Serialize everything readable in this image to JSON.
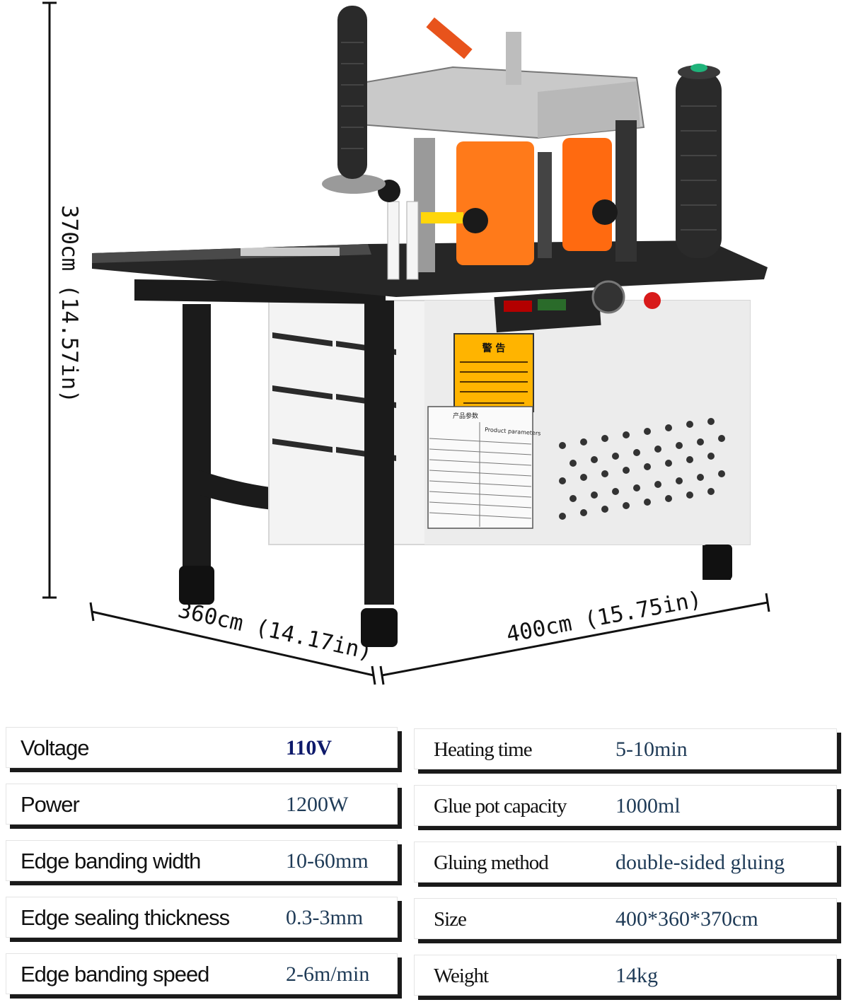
{
  "dimensions": {
    "height_label": "370cm (14.57in)",
    "depth_label": "360cm (14.17in)",
    "width_label": "400cm (15.75in)"
  },
  "machine_labels": {
    "warning_title": "警 告",
    "params_title_cn": "产品参数",
    "params_title_en": "Product parameters"
  },
  "specs_left": [
    {
      "label": "Voltage",
      "value": "110V"
    },
    {
      "label": "Power",
      "value": "1200W"
    },
    {
      "label": "Edge banding width",
      "value": "10-60mm"
    },
    {
      "label": "Edge sealing thickness",
      "value": "0.3-3mm"
    },
    {
      "label": "Edge banding speed",
      "value": "2-6m/min"
    }
  ],
  "specs_right": [
    {
      "label": "Heating time",
      "value": "5-10min"
    },
    {
      "label": "Glue pot capacity",
      "value": "1000ml"
    },
    {
      "label": "Gluing method",
      "value": "double-sided gluing"
    },
    {
      "label": "Size",
      "value": "400*360*370cm"
    },
    {
      "label": "Weight",
      "value": "14kg"
    }
  ],
  "colors": {
    "value_text": "#1f3b57",
    "voltage_value": "#0e1a6b",
    "machine_orange": "#ff7a1a",
    "machine_grey": "#c9c9c9",
    "shadow": "#1a1a1a"
  }
}
